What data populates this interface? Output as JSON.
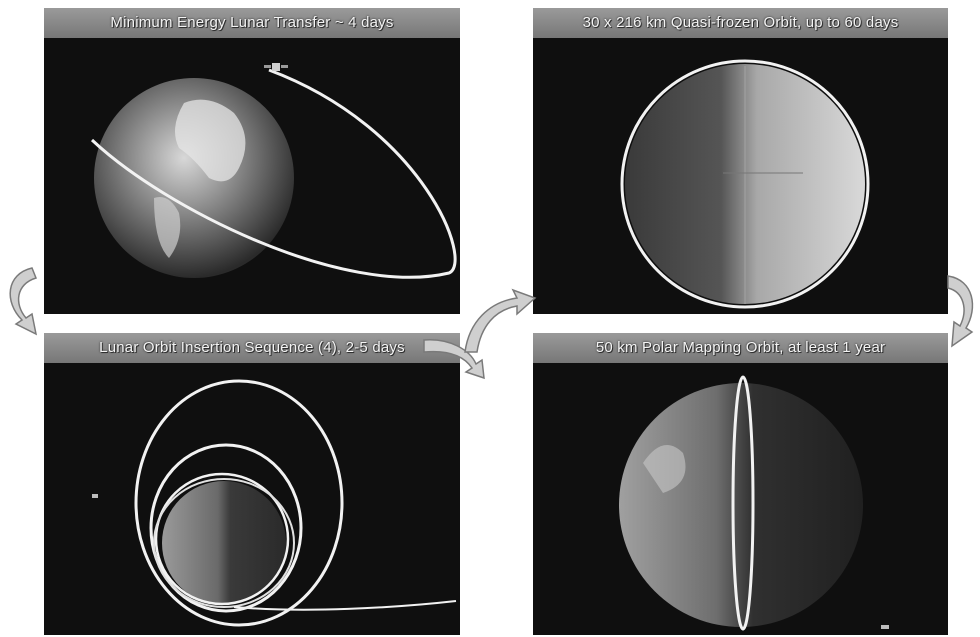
{
  "panels": [
    {
      "title": "Minimum Energy Lunar Transfer ~ 4 days"
    },
    {
      "title": "30 x 216 km Quasi-frozen Orbit, up to 60 days"
    },
    {
      "title": "Lunar Orbit Insertion Sequence (4), 2-5 days"
    },
    {
      "title": "50 km Polar Mapping Orbit, at least 1 year"
    }
  ],
  "colors": {
    "panel_bg": "#0f0f0f",
    "title_bar": "#888888",
    "orbit_line": "#f2f2f2",
    "arrow_fill": "#cfcfcf"
  },
  "icons": {
    "spacecraft": "spacecraft-icon",
    "flow_arrow": "curved-arrow-icon"
  }
}
